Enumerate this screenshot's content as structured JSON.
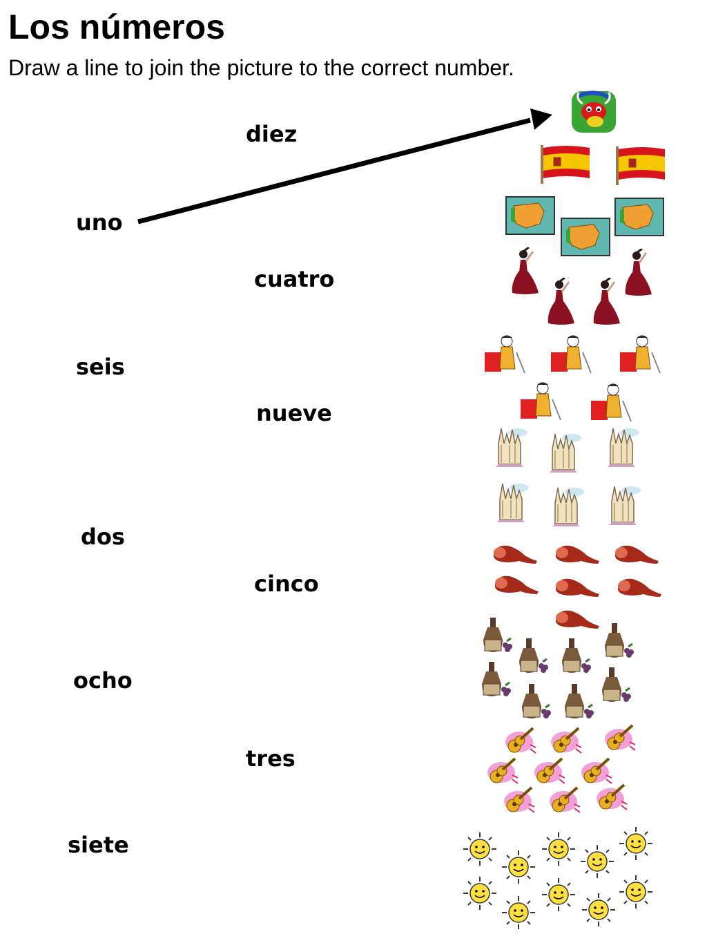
{
  "title": "Los números",
  "instructions": "Draw a line to join the picture to the correct number.",
  "number_words": [
    "diez",
    "uno",
    "cuatro",
    "seis",
    "nueve",
    "dos",
    "cinco",
    "ocho",
    "tres",
    "siete"
  ],
  "example_connection": {
    "word": "uno",
    "picture_group": "bull",
    "count": 1
  },
  "picture_groups": [
    {
      "subject": "bull",
      "icon": "bull-icon",
      "count": 1
    },
    {
      "subject": "spanish-flag",
      "icon": "spanish-flag-icon",
      "count": 2
    },
    {
      "subject": "map-of-spain",
      "icon": "map-of-spain-icon",
      "count": 3
    },
    {
      "subject": "flamenco-dancer",
      "icon": "flamenco-dancer-icon",
      "count": 4
    },
    {
      "subject": "bullfighter",
      "icon": "bullfighter-icon",
      "count": 5
    },
    {
      "subject": "sagrada-familia",
      "icon": "sagrada-familia-icon",
      "count": 6
    },
    {
      "subject": "ham",
      "icon": "ham-icon",
      "count": 7
    },
    {
      "subject": "wine-and-grapes",
      "icon": "wine-bottle-icon",
      "count": 8
    },
    {
      "subject": "guitar",
      "icon": "guitar-icon",
      "count": 9
    },
    {
      "subject": "sun",
      "icon": "sun-icon",
      "count": 10
    }
  ],
  "colors": {
    "flag_red": "#d8151c",
    "flag_yellow": "#f7c600",
    "sea": "#5fb7b0",
    "land": "#f0a030",
    "dress": "#8b1020",
    "ham": "#a52a1a",
    "guitar_bg": "#f4a0d8",
    "sun": "#ffe040"
  }
}
